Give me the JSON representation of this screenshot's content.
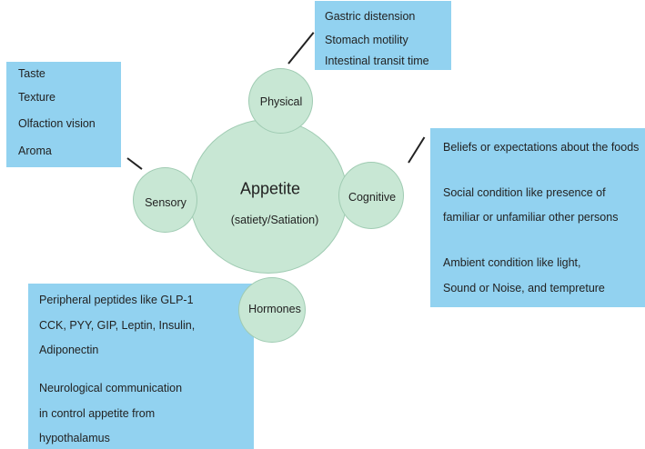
{
  "center": {
    "title": "Appetite",
    "subtitle": "(satiety/Satiation)"
  },
  "factors": {
    "physical": "Physical",
    "sensory": "Sensory",
    "cognitive": "Cognitive",
    "hormones": "Hormones"
  },
  "boxes": {
    "physical": [
      "Gastric distension",
      "Stomach motility",
      "Intestinal transit time"
    ],
    "sensory": [
      "Taste",
      "Texture",
      "Olfaction vision",
      "Aroma"
    ],
    "cognitive": [
      "Beliefs or expectations about the foods",
      "Social condition like presence of",
      "familiar or unfamiliar other persons",
      "Ambient condition like light,",
      "Sound or Noise, and tempreture"
    ],
    "hormones": [
      "Peripheral peptides like GLP-1",
      "CCK, PYY, GIP, Leptin, Insulin,",
      "Adiponectin",
      "Neurological communication",
      "in control appetite from",
      "hypothalamus"
    ]
  },
  "colors": {
    "box_fill": "#92d2f0",
    "circle_fill": "#c8e7d4",
    "connector": "#222222"
  }
}
